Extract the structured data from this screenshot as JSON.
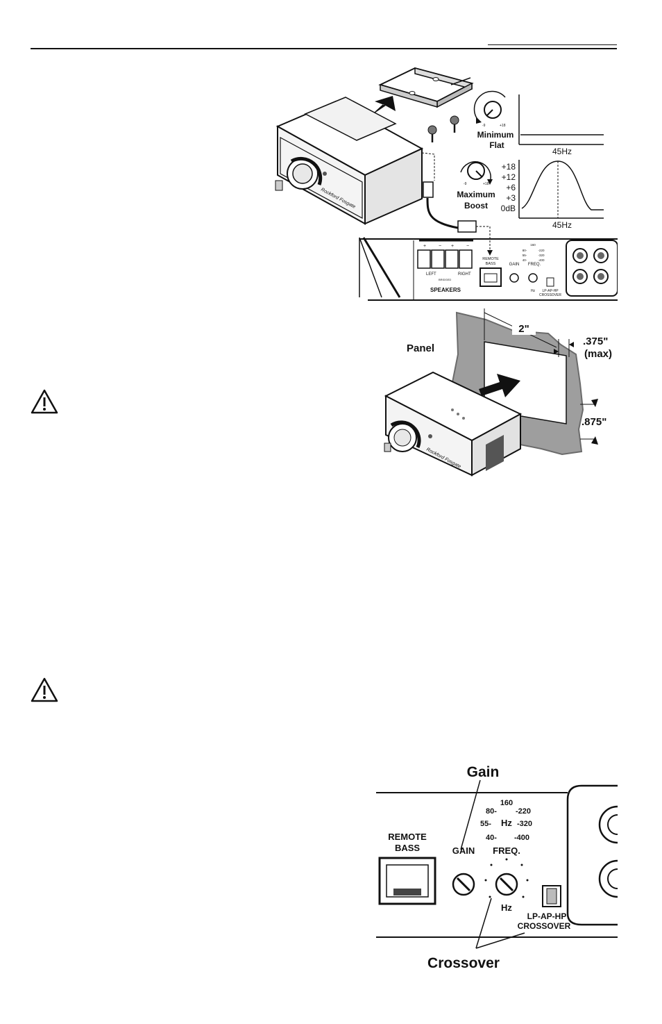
{
  "colors": {
    "ink": "#1a1a1a",
    "panel_gray": "#9e9e9e",
    "panel_dark": "#6b6b6b",
    "paper": "#ffffff"
  },
  "brand": "Rockford Fosgate",
  "bass_knob": {
    "min_caption_line1": "Minimum",
    "min_caption_line2": "Flat",
    "max_caption_line1": "Maximum",
    "max_caption_line2": "Boost",
    "scale_min": "-9",
    "scale_max": "+18",
    "freq_label_flat": "45Hz",
    "freq_label_boost": "45Hz",
    "boost_levels": [
      "+18",
      "+12",
      "+6",
      "+3",
      "0dB"
    ]
  },
  "amp_panel": {
    "speakers_label": "SPEAKERS",
    "left_label": "LEFT",
    "right_label": "RIGHT",
    "bridged_label": "BRIDGED",
    "plus": "+",
    "minus": "−",
    "remote_bass_line1": "REMOTE",
    "remote_bass_line2": "BASS",
    "gain_label": "GAIN",
    "freq_label": "FREQ.",
    "hz_label": "Hz",
    "crossover_line1": "LP-AP-HP",
    "crossover_line2": "CROSSOVER",
    "freq_scale": [
      "160",
      "80-",
      "-220",
      "55-",
      "-320",
      "40-",
      "-400"
    ]
  },
  "panel_mount": {
    "panel_label": "Panel",
    "dim_width": "2\"",
    "dim_thickness": ".375\"",
    "dim_thickness_note": "(max)",
    "dim_height": ".875\""
  },
  "detail": {
    "gain_callout": "Gain",
    "crossover_callout": "Crossover",
    "remote_line1": "REMOTE",
    "remote_line2": "BASS",
    "gain_label": "GAIN",
    "freq_label": "FREQ.",
    "hz_label": "Hz",
    "freq_160": "160",
    "freq_80": "80-",
    "freq_220": "-220",
    "freq_55": "55-",
    "freq_320": "-320",
    "freq_40": "40-",
    "freq_400": "-400",
    "crossover_line1": "LP-AP-HP",
    "crossover_line2": "CROSSOVER"
  },
  "icons": {
    "warning_1": "warning-triangle-icon",
    "warning_2": "warning-triangle-icon"
  }
}
